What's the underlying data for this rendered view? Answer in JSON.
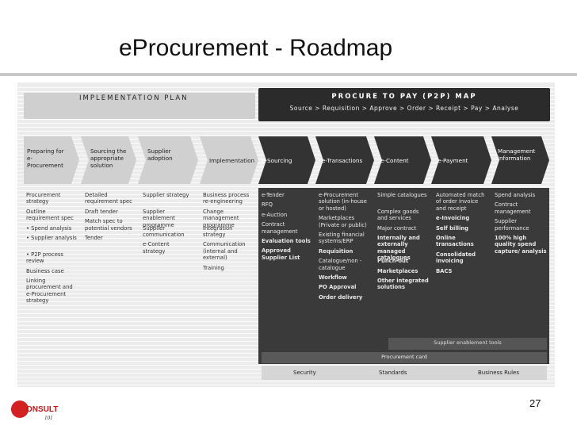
{
  "title": "eProcurement - Roadmap",
  "page_number": "27",
  "implementation_plan": {
    "label": "IMPLEMENTATION PLAN",
    "phases": [
      "Preparing for e-Procurement",
      "Sourcing the appropriate solution",
      "Supplier adoption",
      "Implementation"
    ],
    "columns": [
      [
        "Procurement strategy",
        "Outline requirement spec",
        "• Spend analysis",
        "• Supplier analysis",
        "• P2P process review",
        "Business case",
        "Linking procurement and e-Procurement strategy"
      ],
      [
        "Detailed requirement spec",
        "Draft tender",
        "Match spec to potential vendors",
        "Tender"
      ],
      [
        "Supplier strategy",
        "Supplier enablement programme",
        "Supplier communication",
        "e-Content strategy"
      ],
      [
        "Business process re-engineering",
        "Change management programme",
        "Integration strategy",
        "Communication (internal and external)",
        "Training"
      ]
    ]
  },
  "p2p_map": {
    "label": "PROCURE TO PAY (P2P) MAP",
    "flow": "Source > Requisition > Approve > Order > Receipt > Pay > Analyse",
    "phases": [
      "e-Sourcing",
      "e-Transactions",
      "e-Content",
      "e-Payment",
      "Management information"
    ],
    "columns": [
      [
        "e-Tender",
        "RFQ",
        "e-Auction",
        "Contract management",
        "Evaluation tools",
        "Approved Supplier List"
      ],
      [
        "e-Procurement solution (in-house or hosted)",
        "Marketplaces (Private or public)",
        "Existing financial systems/ERP",
        "Requisition",
        "Catalogue/non -catalogue",
        "Workflow",
        "PO Approval",
        "Order delivery"
      ],
      [
        "Simple catalogues",
        "Complex goods and services",
        "Major contract",
        "Internally and externally managed catalogues",
        "Punch-out",
        "Marketplaces",
        "Other integrated solutions"
      ],
      [
        "Automated match of order invoice and receipt",
        "e-Invoicing",
        "Self billing",
        "Online transactions",
        "Consolidated invoicing",
        "BACS"
      ],
      [
        "Spend analysis",
        "Contract management",
        "Supplier performance",
        "100% high quality spend capture/ analysis"
      ]
    ],
    "supplier_tools": "Supplier enablement tools",
    "procurement_card": "Procurement card",
    "footer": [
      "Security",
      "Standards",
      "Business Rules"
    ]
  },
  "logo": {
    "text": "ONSULT",
    "sub": "101"
  },
  "colors": {
    "dark": "#3a3a3a",
    "light": "#ececec",
    "logo_red": "#d32020"
  }
}
